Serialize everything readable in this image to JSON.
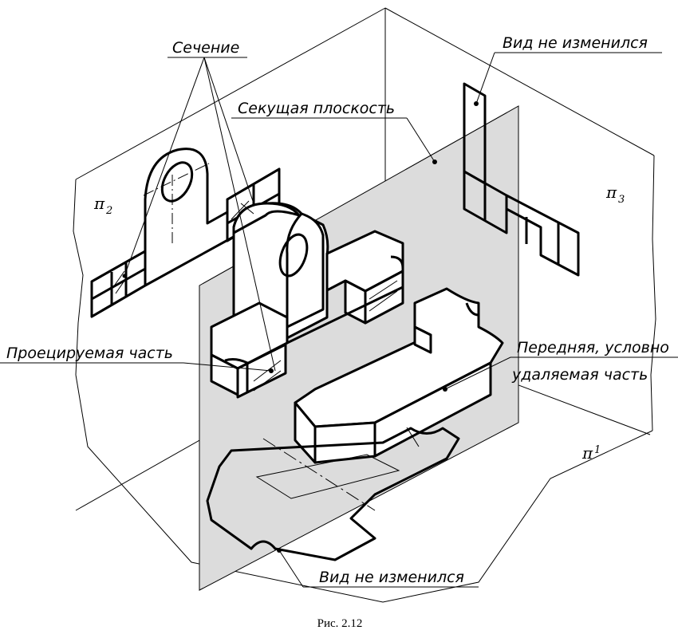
{
  "labels": {
    "section": "Сечение",
    "cutting_plane": "Секущая плоскость",
    "view_unchanged_top": "Вид не изменился",
    "projected_part": "Проецируемая часть",
    "front_removed_1": "Передняя, условно",
    "front_removed_2": "удаляемая часть",
    "view_unchanged_bottom": "Вид не изменился"
  },
  "planes": {
    "pi2": {
      "sym": "π",
      "idx": "2"
    },
    "pi3": {
      "sym": "π",
      "idx": "3"
    },
    "pi1": {
      "sym": "π",
      "idx": "1"
    }
  },
  "caption": "Рис. 2.12",
  "colors": {
    "cutting_plane_fill": "#dcdcdc",
    "line": "#000000"
  }
}
